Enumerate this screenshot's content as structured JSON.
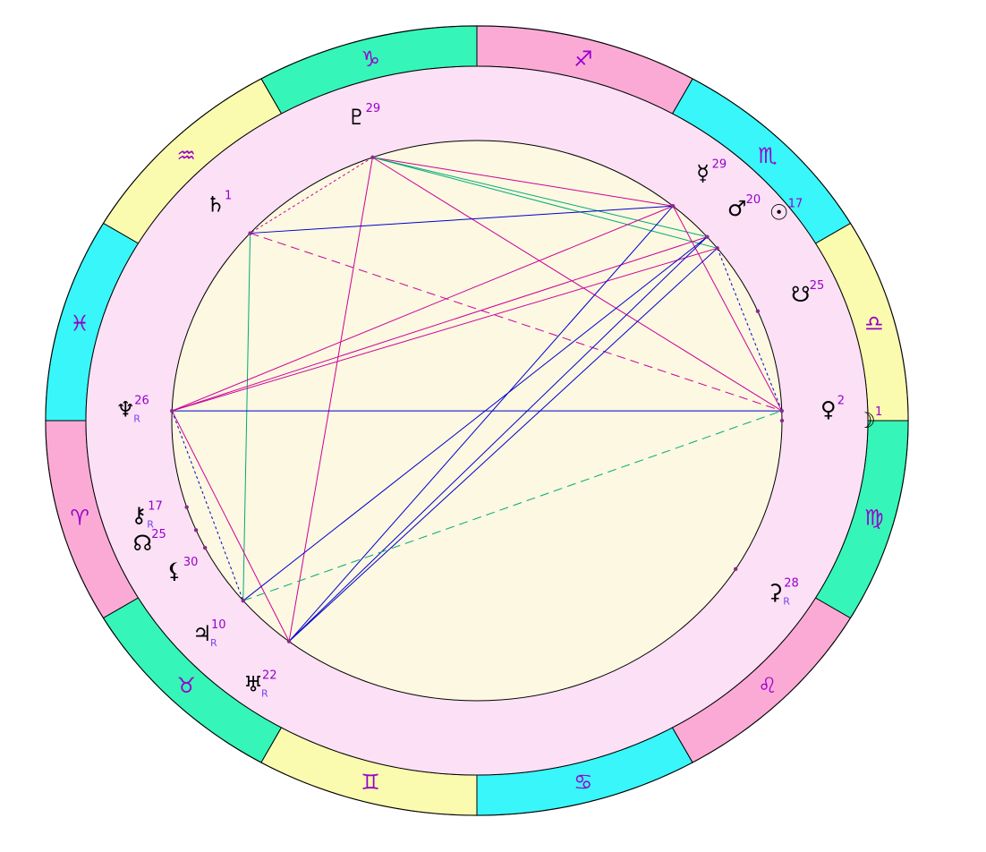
{
  "colors": {
    "background": "#ffffff",
    "outer_band": "#fbe0f6",
    "inner_disc": "#fcf8e1",
    "sign_text": "#9900cc",
    "planet_text": "#000000",
    "degree_text": "#9900cc",
    "retro_text": "#7744ee",
    "dot": "#8a2b8a",
    "stroke": "#000000",
    "element_fire": "#fbaad6",
    "element_earth": "#35f5b8",
    "element_air": "#fbfbaf",
    "element_water": "#38f6f9"
  },
  "chart_data": {
    "type": "astrology_wheel",
    "ascendant_sign": "Aries",
    "zodiac": [
      {
        "sign": "Aries",
        "glyph": "♈",
        "element": "fire"
      },
      {
        "sign": "Taurus",
        "glyph": "♉",
        "element": "earth"
      },
      {
        "sign": "Gemini",
        "glyph": "♊",
        "element": "air"
      },
      {
        "sign": "Cancer",
        "glyph": "♋",
        "element": "water"
      },
      {
        "sign": "Leo",
        "glyph": "♌",
        "element": "fire"
      },
      {
        "sign": "Virgo",
        "glyph": "♍",
        "element": "earth"
      },
      {
        "sign": "Libra",
        "glyph": "♎",
        "element": "air"
      },
      {
        "sign": "Scorpio",
        "glyph": "♏",
        "element": "water"
      },
      {
        "sign": "Sagittarius",
        "glyph": "♐",
        "element": "fire"
      },
      {
        "sign": "Capricorn",
        "glyph": "♑",
        "element": "earth"
      },
      {
        "sign": "Aquarius",
        "glyph": "♒",
        "element": "air"
      },
      {
        "sign": "Pisces",
        "glyph": "♓",
        "element": "water"
      }
    ],
    "bodies": [
      {
        "id": "pluto",
        "glyph": "♇",
        "degree": "29",
        "retro": "",
        "longitude": 290
      },
      {
        "id": "mercury",
        "glyph": "☿",
        "degree": "29",
        "retro": "",
        "longitude": 230
      },
      {
        "id": "mars",
        "glyph": "♂",
        "degree": "20",
        "retro": "",
        "longitude": 221
      },
      {
        "id": "sun",
        "glyph": "☉",
        "degree": "17",
        "retro": "",
        "longitude": 218
      },
      {
        "id": "saturn",
        "glyph": "♄",
        "degree": "1",
        "retro": "",
        "longitude": 318
      },
      {
        "id": "south-node",
        "glyph": "☋",
        "degree": "25",
        "retro": "",
        "longitude": 203
      },
      {
        "id": "neptune",
        "glyph": "♆",
        "degree": "26",
        "retro": "R",
        "longitude": 358
      },
      {
        "id": "venus",
        "glyph": "♀",
        "degree": "2",
        "retro": "",
        "longitude": 182
      },
      {
        "id": "moon",
        "glyph": "☽",
        "degree": "1",
        "retro": "",
        "longitude": 180
      },
      {
        "id": "chiron",
        "glyph": "⚷",
        "degree": "17",
        "retro": "R",
        "longitude": 18
      },
      {
        "id": "north-node",
        "glyph": "☊",
        "degree": "25",
        "retro": "",
        "longitude": 23
      },
      {
        "id": "black-moon",
        "glyph": "⚸",
        "degree": "30",
        "retro": "",
        "longitude": 27
      },
      {
        "id": "jupiter",
        "glyph": "♃",
        "degree": "10",
        "retro": "R",
        "longitude": 40
      },
      {
        "id": "uranus",
        "glyph": "♅",
        "degree": "22",
        "retro": "R",
        "longitude": 52
      },
      {
        "id": "ceres",
        "glyph": "⚳",
        "degree": "28",
        "retro": "R",
        "longitude": 148
      }
    ],
    "aspects": [
      {
        "from": "pluto",
        "to": "mercury",
        "color": "#cc0099",
        "dash": "solid"
      },
      {
        "from": "pluto",
        "to": "mars",
        "color": "#00aa77",
        "dash": "solid"
      },
      {
        "from": "pluto",
        "to": "sun",
        "color": "#00aa77",
        "dash": "solid"
      },
      {
        "from": "pluto",
        "to": "venus",
        "color": "#cc0099",
        "dash": "solid"
      },
      {
        "from": "pluto",
        "to": "uranus",
        "color": "#cc0099",
        "dash": "solid"
      },
      {
        "from": "pluto",
        "to": "saturn",
        "color": "#cc0099",
        "dash": "dotted"
      },
      {
        "from": "saturn",
        "to": "mercury",
        "color": "#0000cc",
        "dash": "solid"
      },
      {
        "from": "saturn",
        "to": "venus",
        "color": "#cc0099",
        "dash": "long"
      },
      {
        "from": "saturn",
        "to": "jupiter",
        "color": "#00aa77",
        "dash": "solid"
      },
      {
        "from": "neptune",
        "to": "venus",
        "color": "#0000cc",
        "dash": "solid"
      },
      {
        "from": "neptune",
        "to": "mercury",
        "color": "#cc0099",
        "dash": "solid"
      },
      {
        "from": "neptune",
        "to": "mars",
        "color": "#cc0099",
        "dash": "solid"
      },
      {
        "from": "neptune",
        "to": "sun",
        "color": "#cc0099",
        "dash": "solid"
      },
      {
        "from": "neptune",
        "to": "uranus",
        "color": "#cc0099",
        "dash": "solid"
      },
      {
        "from": "neptune",
        "to": "jupiter",
        "color": "#0000cc",
        "dash": "dotted"
      },
      {
        "from": "mercury",
        "to": "venus",
        "color": "#cc0099",
        "dash": "solid"
      },
      {
        "from": "mercury",
        "to": "uranus",
        "color": "#0000cc",
        "dash": "solid"
      },
      {
        "from": "mars",
        "to": "jupiter",
        "color": "#0000cc",
        "dash": "solid"
      },
      {
        "from": "sun",
        "to": "uranus",
        "color": "#0000cc",
        "dash": "solid"
      },
      {
        "from": "mars",
        "to": "uranus",
        "color": "#0000cc",
        "dash": "solid"
      },
      {
        "from": "sun",
        "to": "venus",
        "color": "#0000cc",
        "dash": "dotted"
      },
      {
        "from": "jupiter",
        "to": "venus",
        "color": "#00aa77",
        "dash": "long"
      }
    ]
  }
}
